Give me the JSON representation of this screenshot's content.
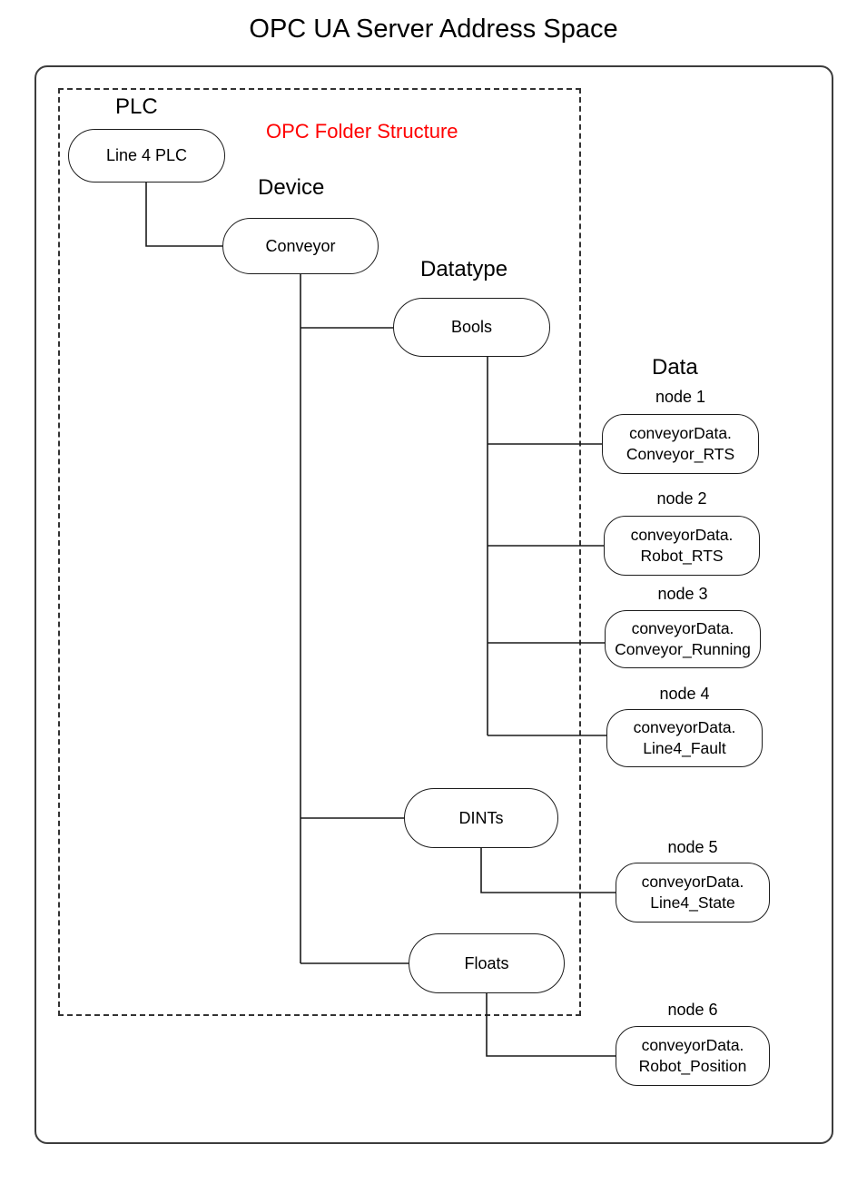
{
  "title": "OPC UA Server Address Space",
  "diagram": {
    "folder_structure_label": "OPC Folder Structure",
    "column_labels": {
      "plc": "PLC",
      "device": "Device",
      "datatype": "Datatype",
      "data": "Data"
    },
    "plc_node": "Line 4 PLC",
    "device_node": "Conveyor",
    "datatype_nodes": [
      "Bools",
      "DINTs",
      "Floats"
    ],
    "data_nodes": [
      {
        "label": "node 1",
        "line1": "conveyorData.",
        "line2": "Conveyor_RTS"
      },
      {
        "label": "node 2",
        "line1": "conveyorData.",
        "line2": "Robot_RTS"
      },
      {
        "label": "node 3",
        "line1": "conveyorData.",
        "line2": "Conveyor_Running"
      },
      {
        "label": "node 4",
        "line1": "conveyorData.",
        "line2": "Line4_Fault"
      },
      {
        "label": "node 5",
        "line1": "conveyorData.",
        "line2": "Line4_State"
      },
      {
        "label": "node 6",
        "line1": "conveyorData.",
        "line2": "Robot_Position"
      }
    ],
    "colors": {
      "accent_red": "#ff0000",
      "line": "#1a1a1a"
    }
  }
}
